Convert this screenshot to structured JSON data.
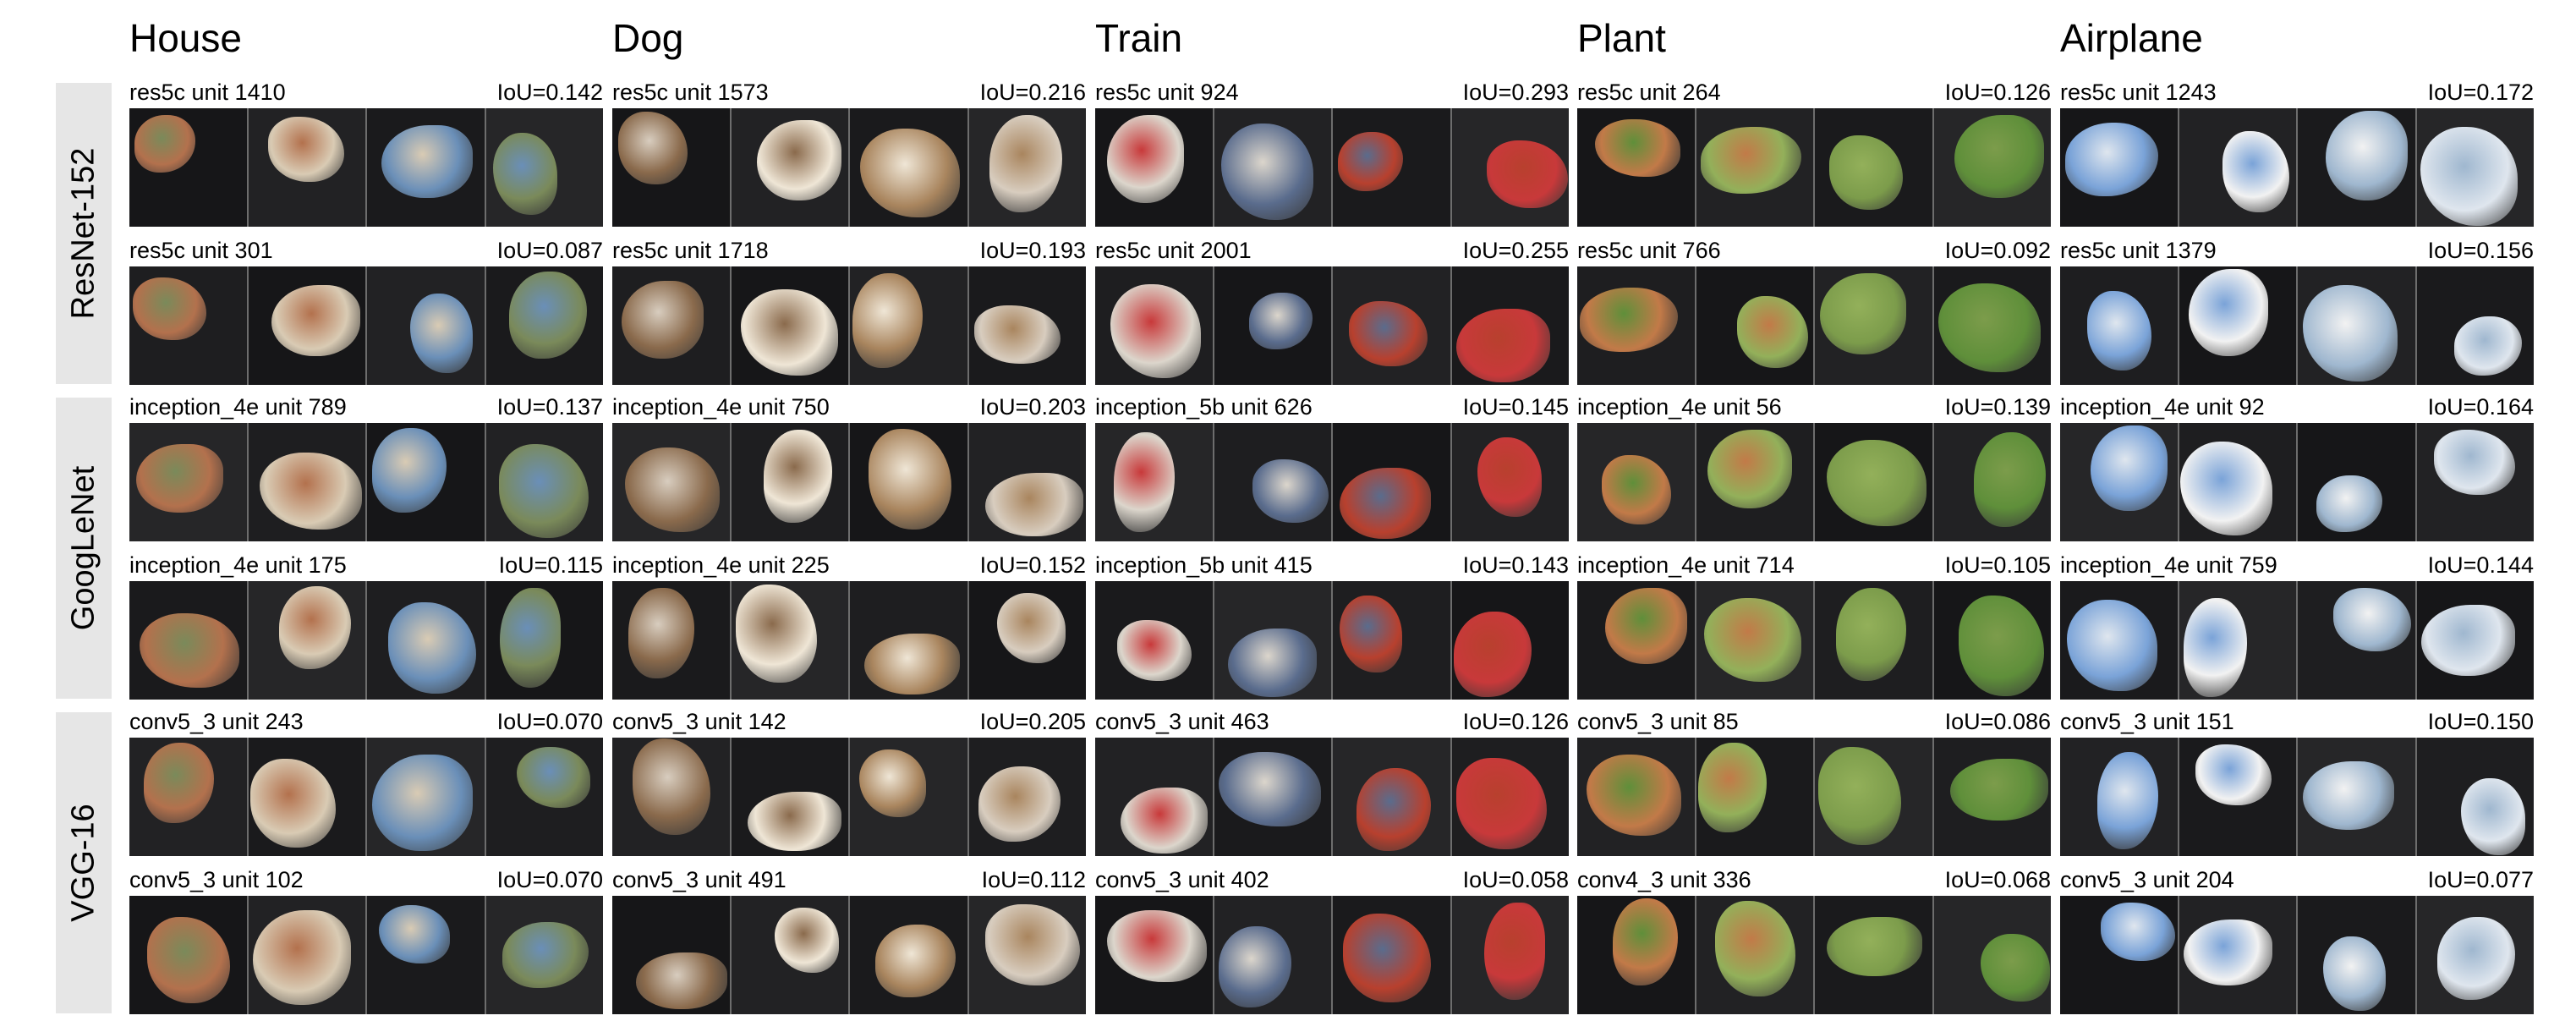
{
  "columns": [
    "House",
    "Dog",
    "Train",
    "Plant",
    "Airplane"
  ],
  "networks": [
    "ResNet-152",
    "GoogLeNet",
    "VGG-16"
  ],
  "rows": [
    {
      "cells": [
        {
          "unit": "res5c unit 1410",
          "iou": "IoU=0.142"
        },
        {
          "unit": "res5c unit 1573",
          "iou": "IoU=0.216"
        },
        {
          "unit": "res5c unit 924",
          "iou": "IoU=0.293"
        },
        {
          "unit": "res5c unit 264",
          "iou": "IoU=0.126"
        },
        {
          "unit": "res5c unit 1243",
          "iou": "IoU=0.172"
        }
      ]
    },
    {
      "cells": [
        {
          "unit": "res5c unit 301",
          "iou": "IoU=0.087"
        },
        {
          "unit": "res5c unit 1718",
          "iou": "IoU=0.193"
        },
        {
          "unit": "res5c unit 2001",
          "iou": "IoU=0.255"
        },
        {
          "unit": "res5c unit 766",
          "iou": "IoU=0.092"
        },
        {
          "unit": "res5c unit 1379",
          "iou": "IoU=0.156"
        }
      ]
    },
    {
      "cells": [
        {
          "unit": "inception_4e unit 789",
          "iou": "IoU=0.137"
        },
        {
          "unit": "inception_4e unit 750",
          "iou": "IoU=0.203"
        },
        {
          "unit": "inception_5b unit 626",
          "iou": "IoU=0.145"
        },
        {
          "unit": "inception_4e unit 56",
          "iou": "IoU=0.139"
        },
        {
          "unit": "inception_4e unit 92",
          "iou": "IoU=0.164"
        }
      ]
    },
    {
      "cells": [
        {
          "unit": "inception_4e unit 175",
          "iou": "IoU=0.115"
        },
        {
          "unit": "inception_4e unit 225",
          "iou": "IoU=0.152"
        },
        {
          "unit": "inception_5b unit 415",
          "iou": "IoU=0.143"
        },
        {
          "unit": "inception_4e unit 714",
          "iou": "IoU=0.105"
        },
        {
          "unit": "inception_4e unit 759",
          "iou": "IoU=0.144"
        }
      ]
    },
    {
      "cells": [
        {
          "unit": "conv5_3 unit 243",
          "iou": "IoU=0.070"
        },
        {
          "unit": "conv5_3 unit 142",
          "iou": "IoU=0.205"
        },
        {
          "unit": "conv5_3 unit 463",
          "iou": "IoU=0.126"
        },
        {
          "unit": "conv5_3 unit 85",
          "iou": "IoU=0.086"
        },
        {
          "unit": "conv5_3 unit 151",
          "iou": "IoU=0.150"
        }
      ]
    },
    {
      "cells": [
        {
          "unit": "conv5_3 unit 102",
          "iou": "IoU=0.070"
        },
        {
          "unit": "conv5_3 unit 491",
          "iou": "IoU=0.112"
        },
        {
          "unit": "conv5_3 unit 402",
          "iou": "IoU=0.058"
        },
        {
          "unit": "conv4_3 unit 336",
          "iou": "IoU=0.068"
        },
        {
          "unit": "conv5_3 unit 204",
          "iou": "IoU=0.077"
        }
      ]
    }
  ],
  "colors": {
    "House": [
      "#7a8a5a",
      "#b3714d",
      "#d9cbb4",
      "#6a8fb8"
    ],
    "Dog": [
      "#d8cdbf",
      "#8a6a4c",
      "#efe6d6",
      "#a9855e"
    ],
    "Train": [
      "#c8393a",
      "#dcd6cc",
      "#5a6c8d",
      "#b8402e"
    ],
    "Plant": [
      "#5f8f3a",
      "#c27a48",
      "#93b05a",
      "#7c9c4b"
    ],
    "Airplane": [
      "#dfe6ee",
      "#7aa3d8",
      "#f2f2f2",
      "#9fb7cf"
    ]
  }
}
